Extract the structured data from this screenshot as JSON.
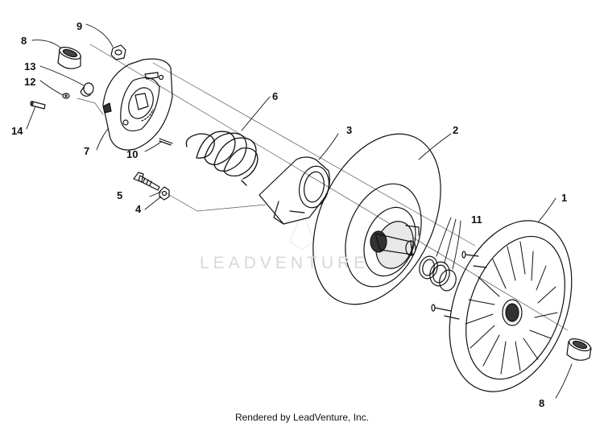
{
  "diagram": {
    "callouts": [
      "1",
      "2",
      "3",
      "4",
      "5",
      "6",
      "7",
      "8",
      "8",
      "9",
      "10",
      "11",
      "12",
      "13",
      "14"
    ],
    "watermark": "LEADVENTURE",
    "footer": "Rendered by LeadVenture, Inc."
  }
}
